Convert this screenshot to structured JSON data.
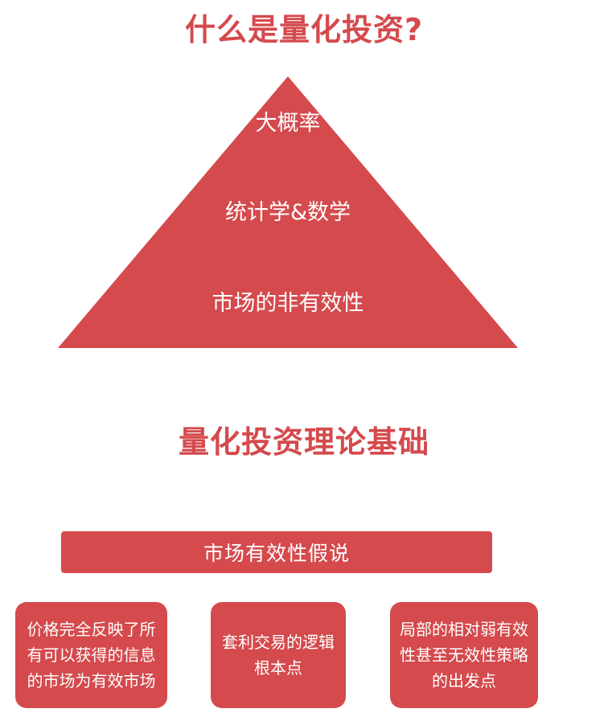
{
  "colors": {
    "accent": "#d44a4d",
    "background": "#ffffff",
    "text_on_accent": "#ffffff"
  },
  "header": {
    "title": "什么是量化投资?"
  },
  "pyramid": {
    "levels": [
      "大概率",
      "统计学&数学",
      "市场的非有效性"
    ]
  },
  "theory": {
    "title": "量化投资理论基础",
    "hypothesis": "市场有效性假说",
    "cards": [
      {
        "lines": [
          "价格完全反映了所",
          "有可以获得的信息",
          "的市场为有效市场"
        ]
      },
      {
        "lines": [
          "套利交易的逻辑",
          "根本点"
        ]
      },
      {
        "lines": [
          "局部的相对弱有效",
          "性甚至无效性策略",
          "的出发点"
        ]
      }
    ]
  }
}
